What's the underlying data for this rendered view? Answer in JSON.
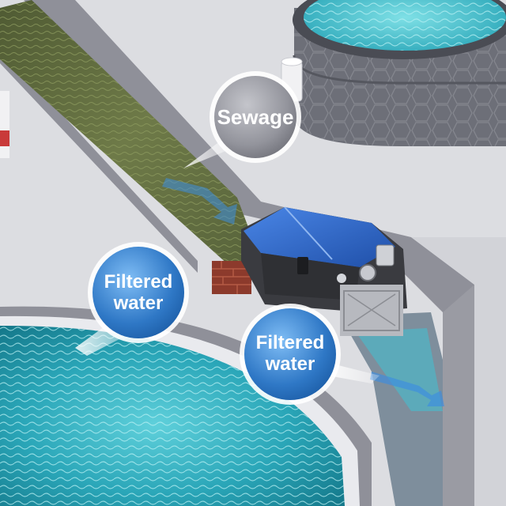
{
  "labels": {
    "sewage": "Sewage",
    "filtered_left": "Filtered\nwater",
    "filtered_right": "Filtered\nwater"
  },
  "colors": {
    "ground": "#dcdde1",
    "channel_wall": "#8f9099",
    "sewage_water": "#5b6a3e",
    "clean_water": "#2aa6b8",
    "machine_blue": "#2f67c9",
    "tank_shell": "#6d6f78",
    "bubble_grey": "#9b9ca4",
    "bubble_blue": "#2f78c6",
    "arrow_blue": "#3c8ee0"
  }
}
